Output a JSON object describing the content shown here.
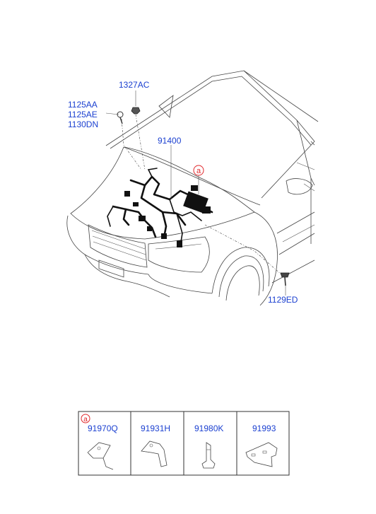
{
  "callouts": {
    "bolt_group": [
      "1125AA",
      "1125AE",
      "1130DN"
    ],
    "nut": "1327AC",
    "harness": "91400",
    "bolt_right": "1129ED",
    "marker_a": "a"
  },
  "parts_table": {
    "marker": "a",
    "parts": [
      "91970Q",
      "91931H",
      "91980K",
      "91993"
    ]
  }
}
